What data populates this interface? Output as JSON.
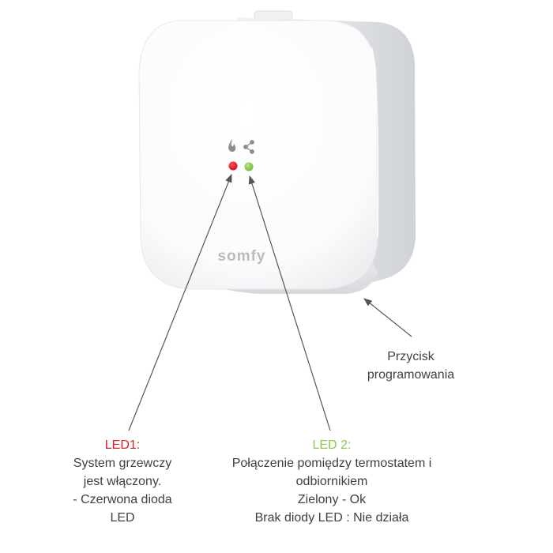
{
  "device": {
    "brand": "somfy",
    "body_color": "#ffffff",
    "shade_color": "#d9dbdf",
    "icons": [
      "flame-icon",
      "share-icon"
    ],
    "led_colors": {
      "led1": "#e0141e",
      "led2": "#7cc33a"
    }
  },
  "labels": {
    "programming_button": [
      "Przycisk",
      "programowania"
    ],
    "led1": {
      "title": "LED1:",
      "lines": [
        "System grzewczy",
        "jest włączony.",
        "- Czerwona dioda",
        "LED"
      ],
      "title_color": "#e02020"
    },
    "led2": {
      "title": "LED 2:",
      "lines": [
        "Połączenie pomiędzy termostatem i",
        "odbiornikiem",
        "Zielony - Ok",
        "Brak diody LED : Nie działa"
      ],
      "title_color": "#8cc84a"
    }
  }
}
